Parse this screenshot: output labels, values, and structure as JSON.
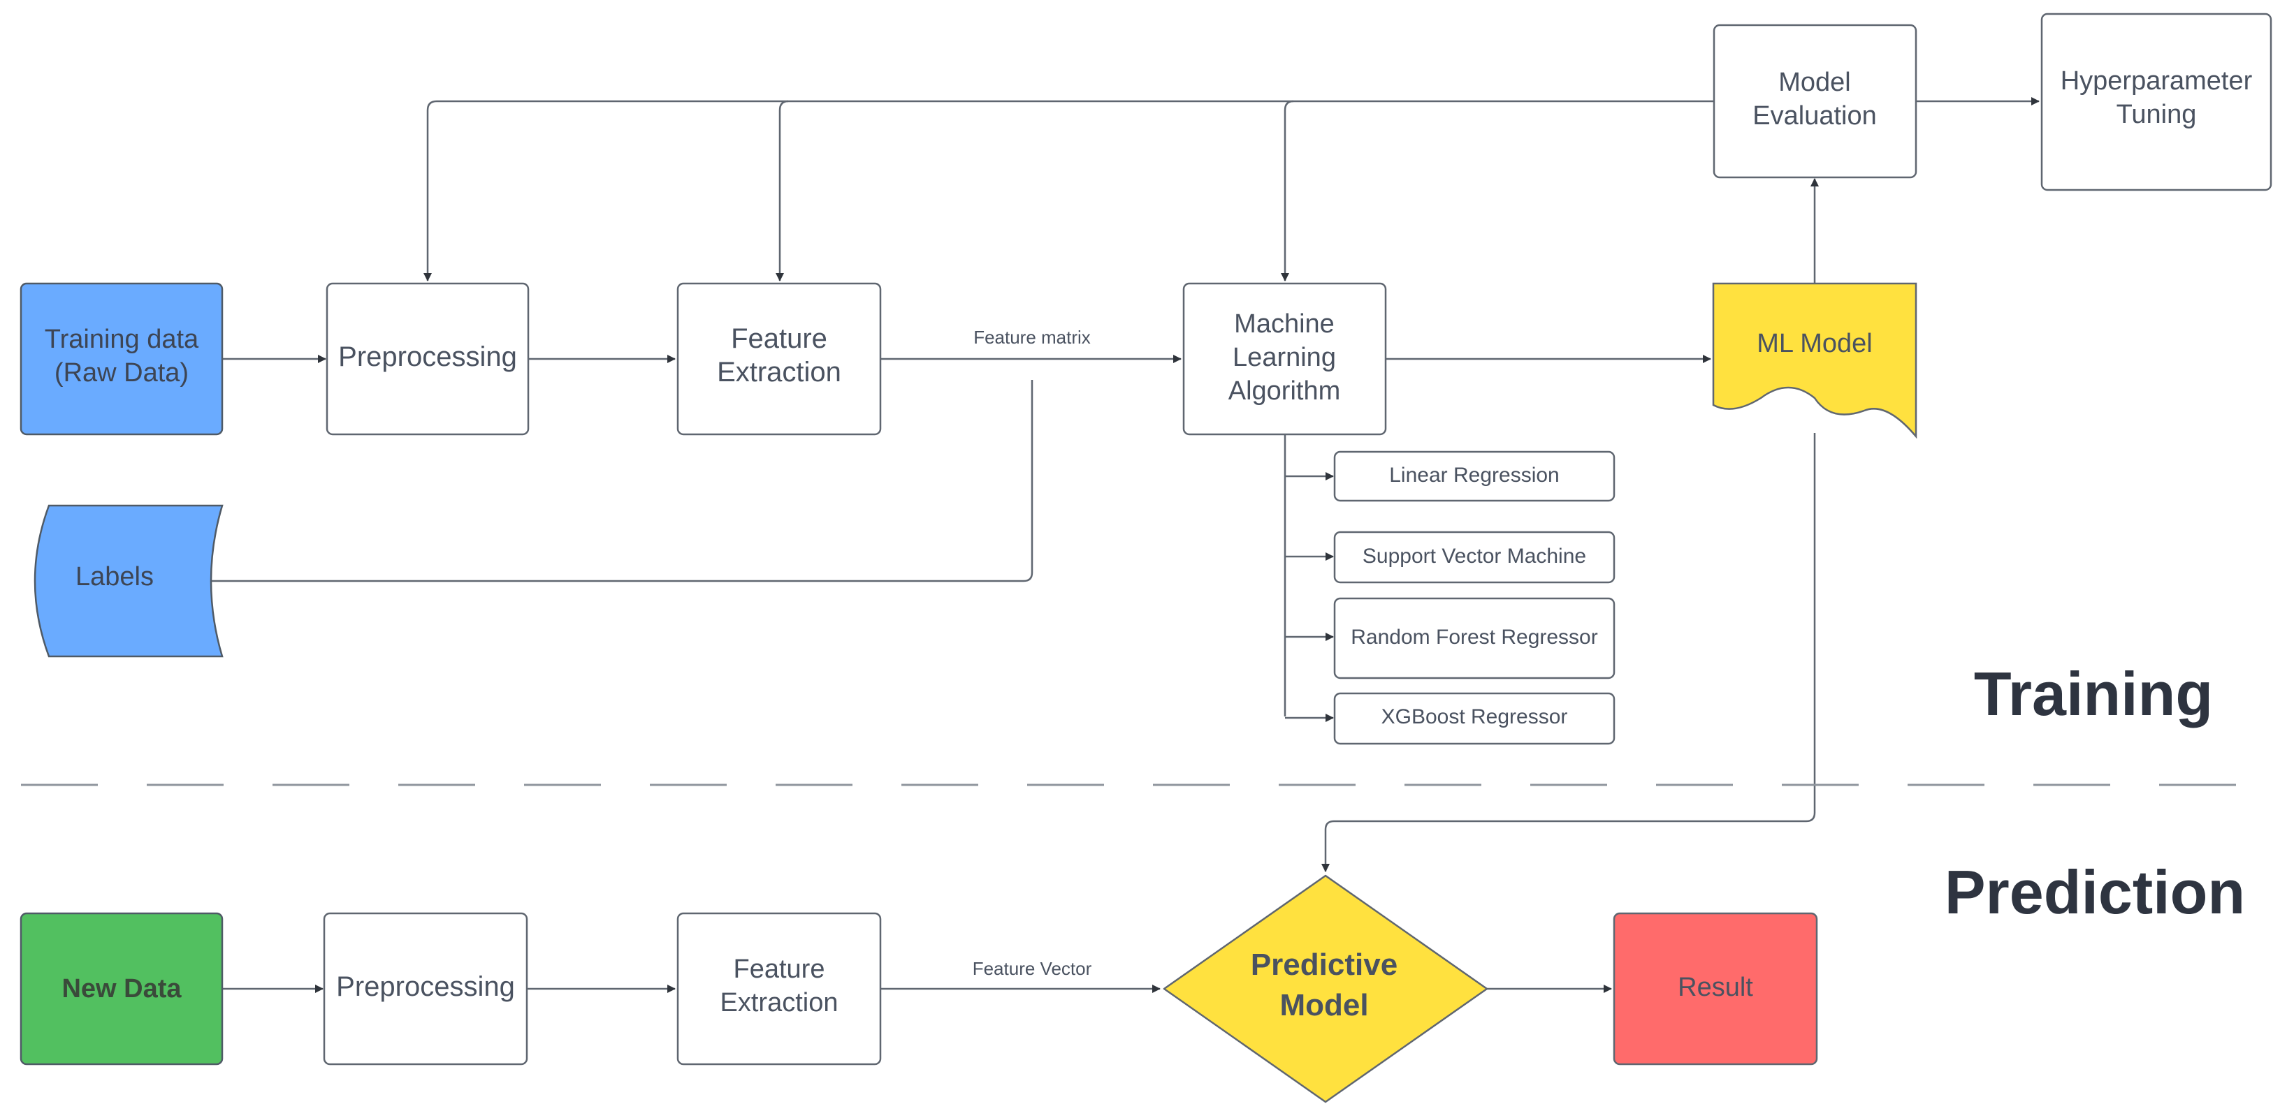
{
  "training": {
    "section_label": "Training",
    "training_data": [
      "Training data",
      "(Raw Data)"
    ],
    "labels": "Labels",
    "preprocessing": "Preprocessing",
    "feature_extraction": [
      "Feature",
      "Extraction"
    ],
    "feature_matrix": "Feature matrix",
    "ml_algorithm": [
      "Machine",
      "Learning",
      "Algorithm"
    ],
    "ml_model": "ML Model",
    "model_evaluation": [
      "Model",
      "Evaluation"
    ],
    "hyperparameter_tuning": [
      "Hyperparameter",
      "Tuning"
    ],
    "algorithms": [
      "Linear Regression",
      "Support Vector Machine",
      "Random Forest Regressor",
      "XGBoost Regressor"
    ]
  },
  "prediction": {
    "section_label": "Prediction",
    "new_data": "New Data",
    "preprocessing": "Preprocessing",
    "feature_extraction": [
      "Feature",
      "Extraction"
    ],
    "feature_vector": "Feature Vector",
    "predictive_model": [
      "Predictive",
      "Model"
    ],
    "result": "Result"
  },
  "colors": {
    "blue": "#6aabff",
    "green": "#52c060",
    "yellow": "#ffe13f",
    "red": "#ff6b6b",
    "stroke": "#5f6670",
    "text": "#4a5260",
    "heading": "#2e3440"
  }
}
